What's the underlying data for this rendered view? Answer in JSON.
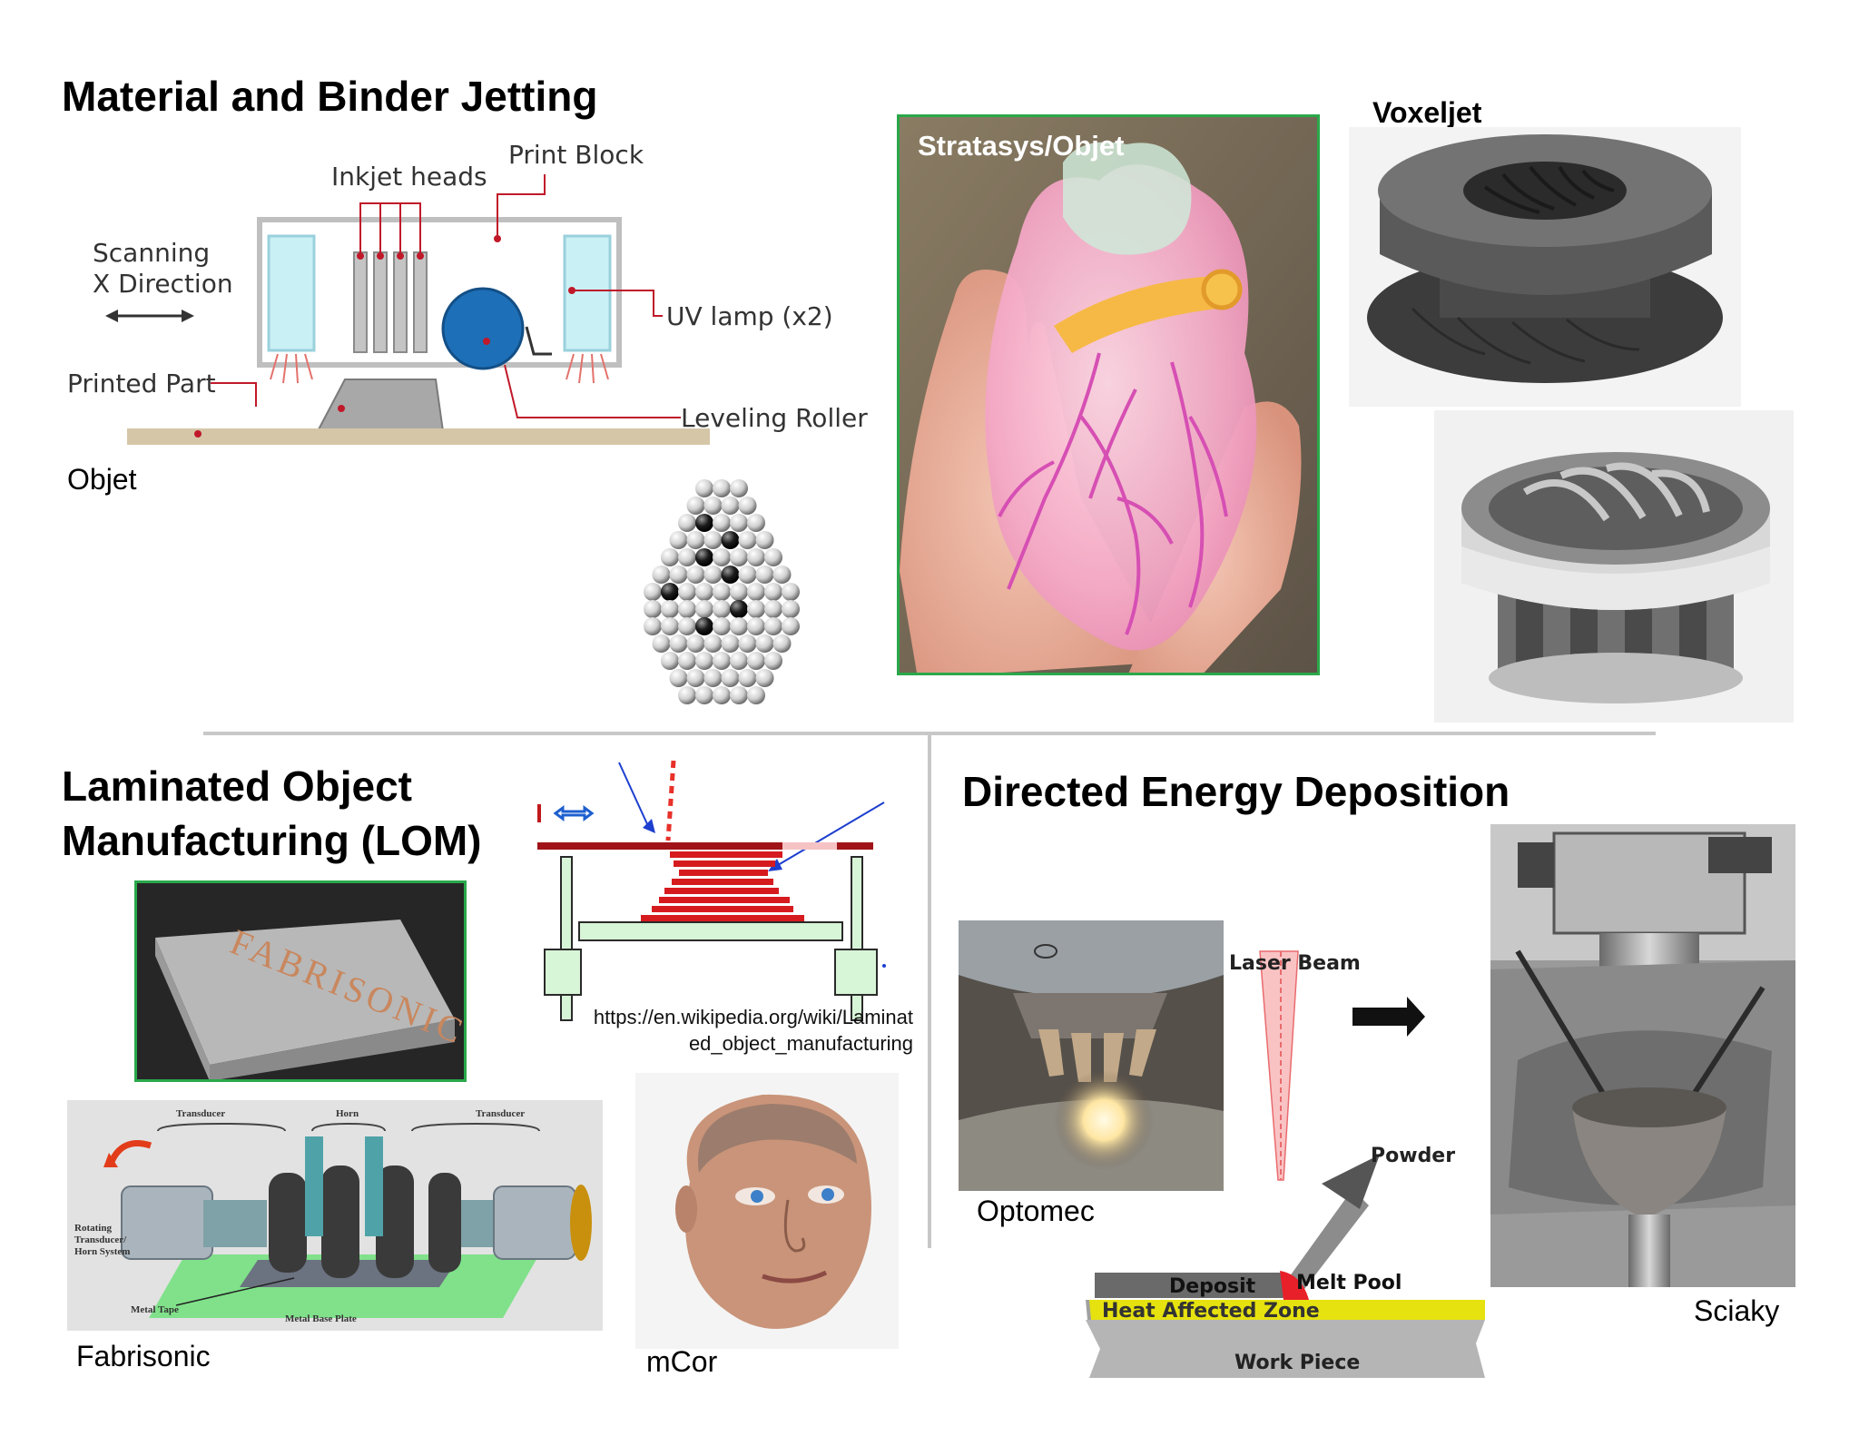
{
  "sections": {
    "jetting": {
      "title": "Material and Binder Jetting",
      "diagram": {
        "inkjet_heads": "Inkjet heads",
        "print_block": "Print Block",
        "scanning": "Scanning",
        "x_direction": "X Direction",
        "uv_lamp": "UV lamp (x2)",
        "printed_part": "Printed Part",
        "leveling_roller": "Leveling Roller"
      },
      "objet_caption": "Objet",
      "stratasys_label": "Stratasys/Objet",
      "voxeljet_label": "Voxeljet"
    },
    "lom": {
      "title_line1": "Laminated Object",
      "title_line2": "Manufacturing (LOM)",
      "url_line1": "https://en.wikipedia.org/wiki/Laminat",
      "url_line2": "ed_object_manufacturing",
      "fabrisonic_caption": "Fabrisonic",
      "mcor_caption": "mCor",
      "block_text": "FABRISONIC",
      "fab_diagram": {
        "transducer_left": "Transducer",
        "horn": "Horn",
        "transducer_right": "Transducer",
        "rotating1": "Rotating",
        "rotating2": "Transducer/",
        "rotating3": "Horn System",
        "metal_tape": "Metal Tape",
        "metal_base_plate": "Metal Base Plate"
      }
    },
    "ded": {
      "title": "Directed Energy Deposition",
      "optomec_caption": "Optomec",
      "sciaky_caption": "Sciaky",
      "diagram": {
        "laser_beam": "Laser Beam",
        "powder": "Powder",
        "deposit": "Deposit",
        "melt_pool": "Melt Pool",
        "haz": "Heat Affected Zone",
        "work_piece": "Work Piece"
      }
    }
  },
  "colors": {
    "accent_green": "#2aa84a",
    "lom_red": "#c0191c",
    "lom_green": "#d7f5d7",
    "haz_yellow": "#e6e20f",
    "laser_pink": "#f4a3a5"
  }
}
